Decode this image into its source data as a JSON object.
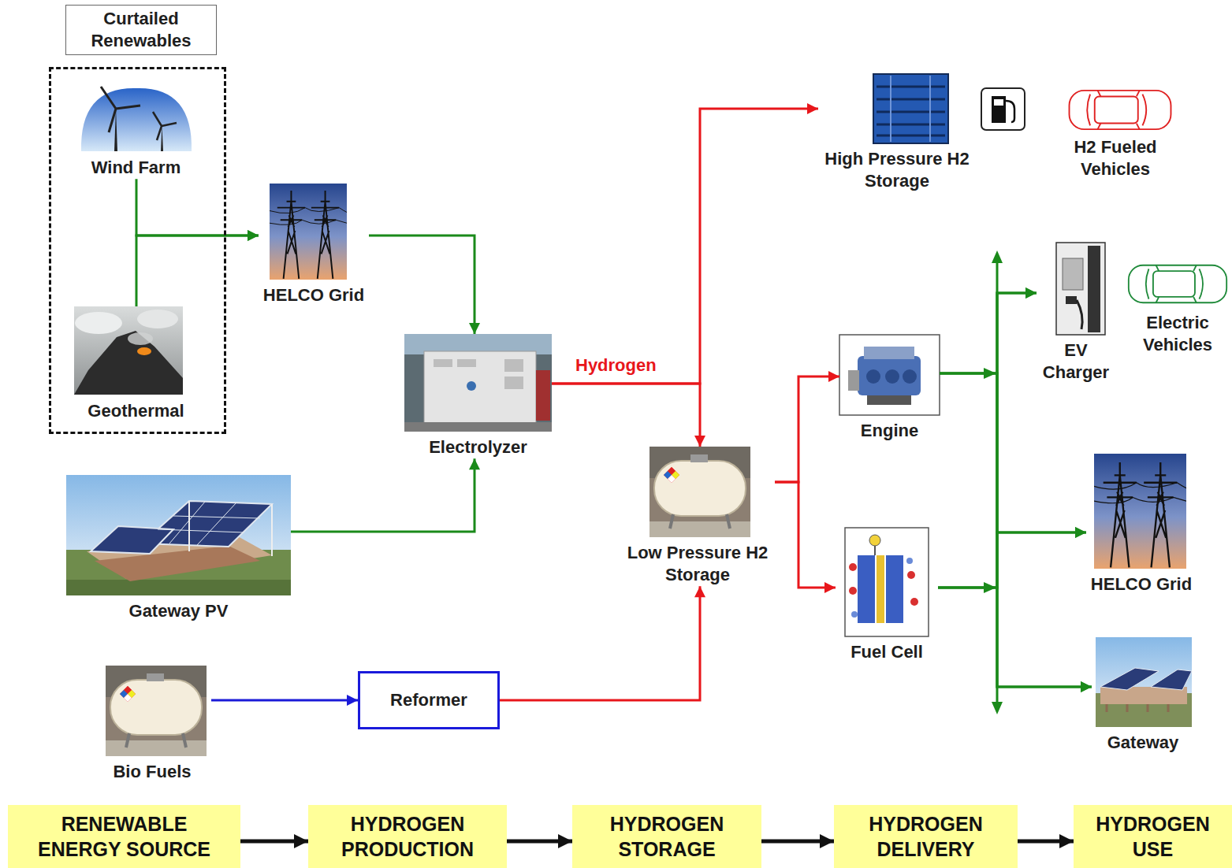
{
  "diagram": {
    "nodes": [
      {
        "text": [
          "Curtailed Renewables"
        ]
      },
      {
        "text": [
          "Wind Farm"
        ],
        "in": 0
      },
      {
        "text": [
          "Geothermal"
        ],
        "in": 0
      },
      {
        "text": [
          "HELCO Grid"
        ]
      },
      {
        "text": [
          "Electrolyzer"
        ]
      },
      {
        "text": [
          "Gateway PV"
        ]
      },
      {
        "text": [
          "Bio Fuels"
        ]
      },
      {
        "text": [
          "Reformer"
        ]
      },
      {
        "text": [
          "Low Pressure H2 Storage"
        ]
      },
      {
        "text": [
          "High Pressure H2 Storage"
        ]
      },
      {
        "text": [
          "H2 Fueled Vehicles"
        ]
      },
      {
        "text": [
          "Engine"
        ]
      },
      {
        "text": [
          "Fuel Cell"
        ]
      },
      {
        "text": [
          "EV Charger"
        ]
      },
      {
        "text": [
          "Electric Vehicles"
        ]
      },
      {
        "text": [
          "HELCO Grid"
        ]
      },
      {
        "text": [
          "Gateway"
        ]
      },
      {
        "text": [
          "RENEWABLE ENERGY SOURCE"
        ]
      },
      {
        "text": [
          "HYDROGEN PRODUCTION"
        ]
      },
      {
        "text": [
          "HYDROGEN STORAGE"
        ]
      },
      {
        "text": [
          "HYDROGEN DELIVERY"
        ]
      },
      {
        "text": [
          "HYDROGEN USE"
        ]
      }
    ],
    "edges": [
      {
        "from": 1,
        "to": 3,
        "arrow": "to"
      },
      {
        "from": 2,
        "to": 3,
        "arrow": "to"
      },
      {
        "from": 3,
        "to": 4,
        "arrow": "to"
      },
      {
        "from": 5,
        "to": 4,
        "arrow": "to"
      },
      {
        "from": 4,
        "to": 9,
        "label": "Hydrogen",
        "arrow": "to"
      },
      {
        "from": 4,
        "to": 8,
        "arrow": "to"
      },
      {
        "from": 6,
        "to": 7,
        "arrow": "to"
      },
      {
        "from": 7,
        "to": 8,
        "arrow": "to"
      },
      {
        "from": 8,
        "to": 11,
        "arrow": "to"
      },
      {
        "from": 8,
        "to": 12,
        "arrow": "to"
      },
      {
        "from": 11,
        "to": 13,
        "arrow": "to"
      },
      {
        "from": 11,
        "to": 15,
        "arrow": "to"
      },
      {
        "from": 11,
        "to": 16,
        "arrow": "to"
      },
      {
        "from": 12,
        "to": 13,
        "arrow": "to"
      },
      {
        "from": 12,
        "to": 15,
        "arrow": "to"
      },
      {
        "from": 12,
        "to": 16,
        "arrow": "to"
      },
      {
        "from": 17,
        "to": 18,
        "arrow": "to"
      },
      {
        "from": 18,
        "to": 19,
        "arrow": "to"
      },
      {
        "from": 19,
        "to": 20,
        "arrow": "to"
      },
      {
        "from": 20,
        "to": 21,
        "arrow": "to"
      }
    ]
  }
}
